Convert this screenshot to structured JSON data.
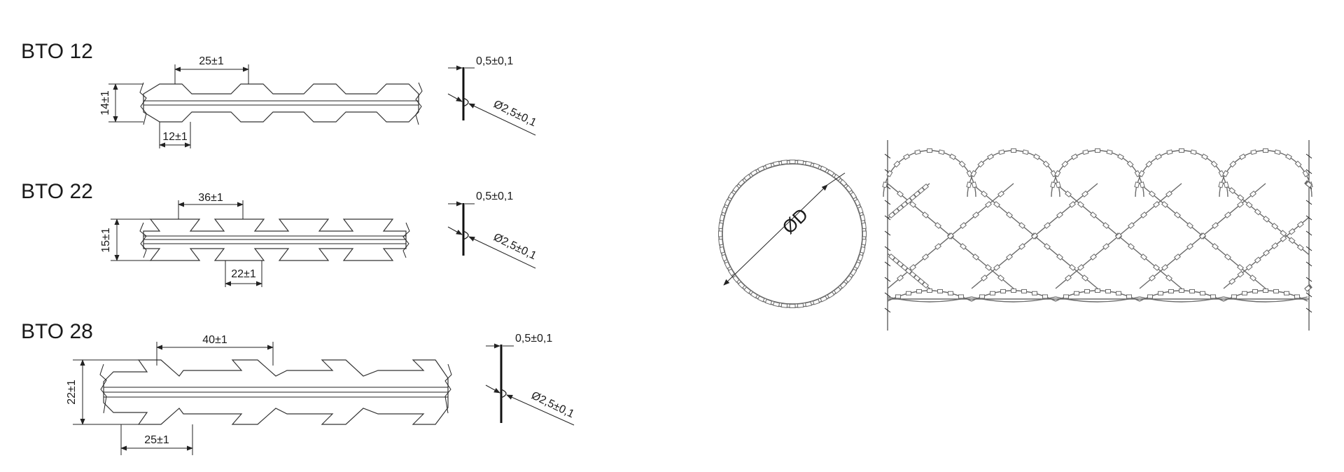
{
  "profiles": [
    {
      "title": "BTO 12",
      "dims": {
        "pitch": "25±1",
        "height": "14±1",
        "barb": "12±1",
        "thickness": "0,5±0,1",
        "core": "Ø2,5±0,1"
      }
    },
    {
      "title": "BTO 22",
      "dims": {
        "pitch": "36±1",
        "height": "15±1",
        "barb": "22±1",
        "thickness": "0,5±0,1",
        "core": "Ø2,5±0,1"
      }
    },
    {
      "title": "BTO 28",
      "dims": {
        "pitch": "40±1",
        "height": "22±1",
        "barb": "25±1",
        "thickness": "0,5±0,1",
        "core": "Ø2,5±0,1"
      }
    }
  ],
  "coil": {
    "diameter_label": "ØD"
  }
}
